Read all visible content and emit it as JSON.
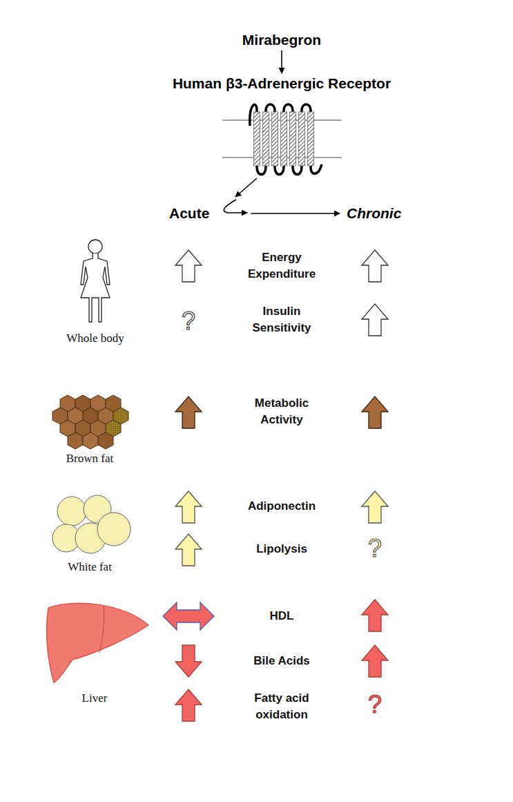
{
  "diagram": {
    "nodes": [
      {
        "text": [
          "Mirabegron"
        ]
      },
      {
        "text": [
          "Human β3-Adrenergic Receptor"
        ]
      },
      {
        "text": [
          "Acute"
        ]
      },
      {
        "text": [
          "Chronic"
        ]
      }
    ],
    "edges": [
      {
        "from": 0,
        "to": 1,
        "arrow": "to"
      },
      {
        "from": 2,
        "to": 3,
        "arrow": "to"
      }
    ],
    "labels": [
      "Energy Expenditure",
      "?",
      "Insulin Sensitivity",
      "Whole body",
      "Metabolic Activity",
      "Brown fat",
      "Adiponectin",
      "Lipolysis",
      "?",
      "White fat",
      "HDL",
      "Bile Acids",
      "Fatty acid oxidation",
      "?",
      "Liver"
    ]
  }
}
